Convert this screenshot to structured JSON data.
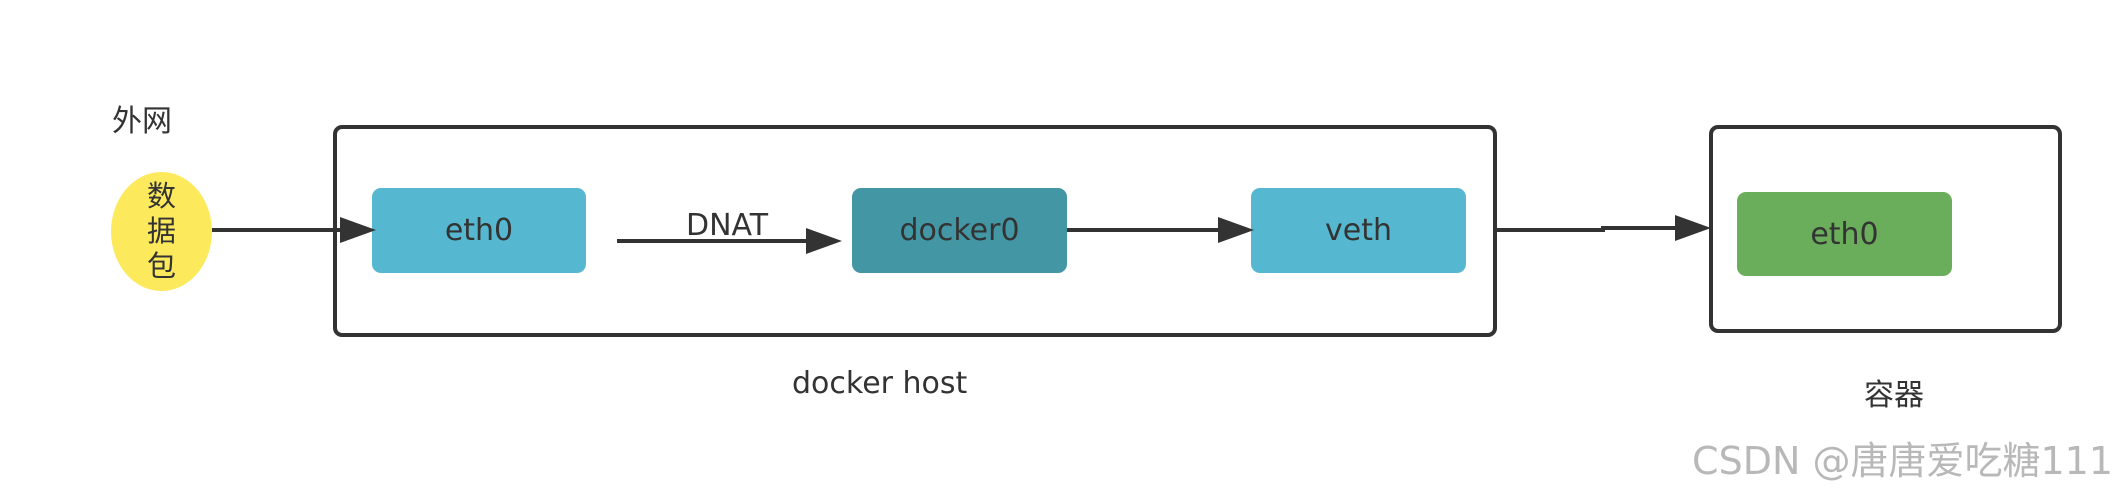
{
  "labels": {
    "external_network": "外网",
    "docker_host": "docker host",
    "container": "容器",
    "dnat": "DNAT"
  },
  "packet": {
    "chars": [
      "数",
      "据",
      "包"
    ],
    "color": "#fde95c"
  },
  "nodes": {
    "host_eth0": {
      "label": "eth0",
      "color": "#56b8d0"
    },
    "docker0": {
      "label": "docker0",
      "color": "#4396a4"
    },
    "veth": {
      "label": "veth",
      "color": "#56b8d0"
    },
    "container_eth0": {
      "label": "eth0",
      "color": "#6aad5a"
    }
  },
  "edges": [
    {
      "from": "packet",
      "to": "host_eth0"
    },
    {
      "from": "host_eth0",
      "to": "docker0",
      "label": "DNAT"
    },
    {
      "from": "docker0",
      "to": "veth"
    },
    {
      "from": "veth",
      "to": "container_eth0"
    }
  ],
  "watermark": "CSDN @唐唐爱吃糖111"
}
